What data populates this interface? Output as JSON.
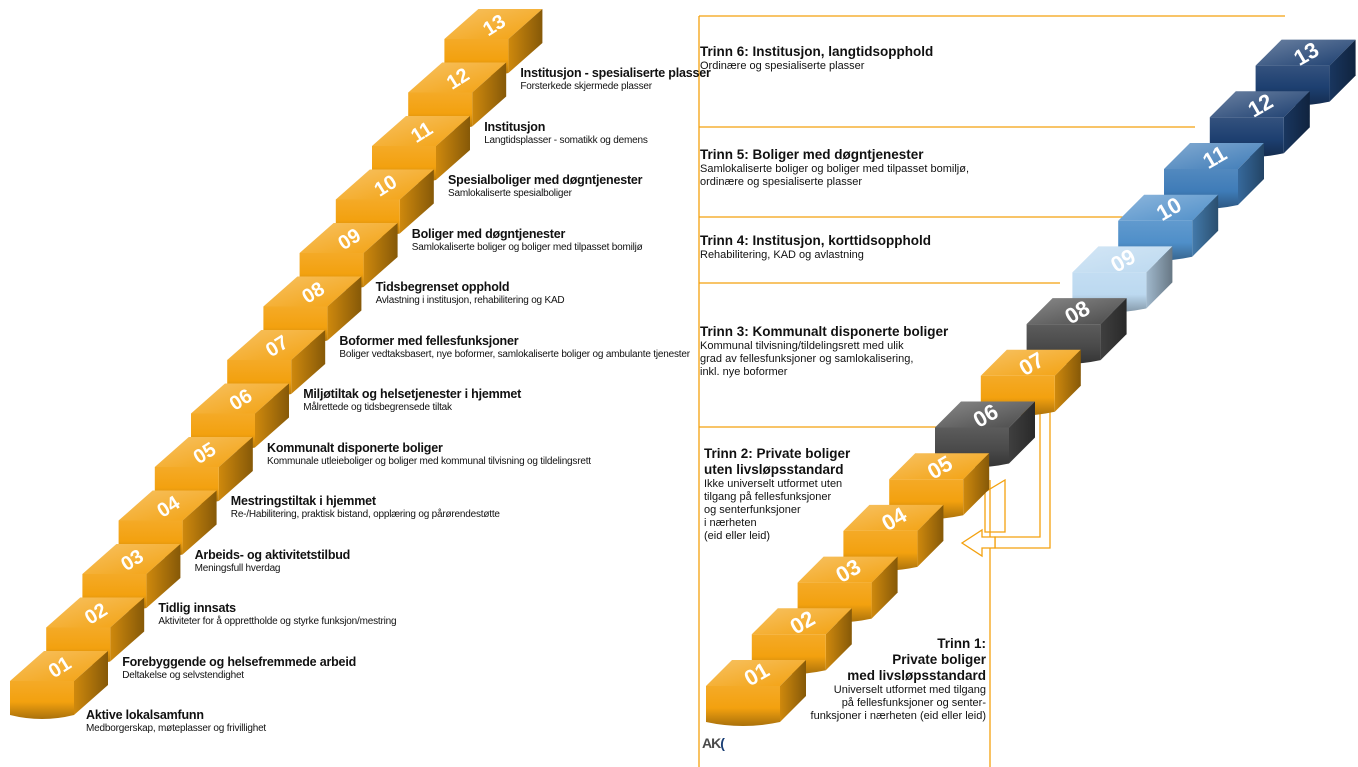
{
  "left": {
    "steps": [
      {
        "num": "01",
        "title": "Aktive lokalsamfunn",
        "subtitle": "Medborgerskap, møteplasser og frivillighet"
      },
      {
        "num": "02",
        "title": "Forebyggende og helsefremmede arbeid",
        "subtitle": "Deltakelse og selvstendighet"
      },
      {
        "num": "03",
        "title": "Tidlig innsats",
        "subtitle": "Aktiviteter for å opprettholde og styrke funksjon/mestring"
      },
      {
        "num": "04",
        "title": "Arbeids- og aktivitetstilbud",
        "subtitle": "Meningsfull hverdag"
      },
      {
        "num": "05",
        "title": "Mestringstiltak i hjemmet",
        "subtitle": "Re-/Habilitering, praktisk bistand, opplæring og pårørendestøtte"
      },
      {
        "num": "06",
        "title": "Kommunalt disponerte boliger",
        "subtitle": "Kommunale utleieboliger og boliger med kommunal tilvisning og tildelingsrett"
      },
      {
        "num": "07",
        "title": "Miljøtiltak og helsetjenester i hjemmet",
        "subtitle": "Målrettede og tidsbegrensede tiltak"
      },
      {
        "num": "08",
        "title": "Boformer med fellesfunksjoner",
        "subtitle": "Boliger vedtaksbasert, nye boformer, samlokaliserte boliger og ambulante tjenester"
      },
      {
        "num": "09",
        "title": "Tidsbegrenset opphold",
        "subtitle": "Avlastning i institusjon, rehabilitering og KAD"
      },
      {
        "num": "10",
        "title": "Boliger med døgntjenester",
        "subtitle": "Samlokaliserte boliger og boliger med tilpasset bomiljø"
      },
      {
        "num": "11",
        "title": "Spesialboliger med døgntjenester",
        "subtitle": "Samlokaliserte spesialboliger"
      },
      {
        "num": "12",
        "title": "Institusjon",
        "subtitle": "Langtidsplasser - somatikk og demens"
      },
      {
        "num": "13",
        "title": "Institusjon - spesialiserte plasser",
        "subtitle": "Forsterkede skjermede plasser"
      }
    ],
    "color": "#f3a10f"
  },
  "right": {
    "steps": [
      {
        "num": "01",
        "color": "#f3a10f"
      },
      {
        "num": "02",
        "color": "#f3a10f"
      },
      {
        "num": "03",
        "color": "#f3a10f"
      },
      {
        "num": "04",
        "color": "#f3a10f"
      },
      {
        "num": "05",
        "color": "#f3a10f"
      },
      {
        "num": "06",
        "color": "#4a4a4a"
      },
      {
        "num": "07",
        "color": "#f3a10f"
      },
      {
        "num": "08",
        "color": "#4a4a4a"
      },
      {
        "num": "09",
        "color": "#bcd9f0"
      },
      {
        "num": "10",
        "color": "#4f8fc9"
      },
      {
        "num": "11",
        "color": "#3f7cb8"
      },
      {
        "num": "12",
        "color": "#1d3f70"
      },
      {
        "num": "13",
        "color": "#1d3f70"
      }
    ],
    "trinn6": {
      "title": "Trinn 6: Institusjon, langtidsopphold",
      "desc": "Ordinære og spesialiserte plasser"
    },
    "trinn5": {
      "title": "Trinn 5: Boliger med døgntjenester",
      "desc_line1": "Samlokaliserte boliger og boliger med tilpasset bomiljø,",
      "desc_line2": "ordinære og spesialiserte plasser"
    },
    "trinn4": {
      "title": "Trinn 4: Institusjon, korttidsopphold",
      "desc": "Rehabilitering, KAD og avlastning"
    },
    "trinn3": {
      "title": "Trinn 3: Kommunalt disponerte boliger",
      "desc_line1": "Kommunal tilvisning/tildelingsrett med ulik",
      "desc_line2": "grad av fellesfunksjoner og samlokalisering,",
      "desc_line3": "inkl. nye boformer"
    },
    "trinn2": {
      "title_line1": "Trinn 2: Private boliger",
      "title_line2": "uten livsløpsstandard",
      "desc_line1": "Ikke universelt utformet uten",
      "desc_line2": "tilgang på fellesfunksjoner",
      "desc_line3": "og senterfunksjoner",
      "desc_line4": "i nærheten",
      "desc_line5": "(eid eller leid)"
    },
    "trinn1": {
      "title_line1": "Trinn 1:",
      "title_line2": "Private boliger",
      "title_line3": "med livsløpsstandard",
      "desc_line1": "Universelt utformet med tilgang",
      "desc_line2": "på fellesfunksjoner og senter-",
      "desc_line3": "funksjoner i nærheten (eid eller leid)"
    },
    "logo": {
      "part1": "AK",
      "part2": "("
    },
    "frame_color": "#f3a10f"
  }
}
